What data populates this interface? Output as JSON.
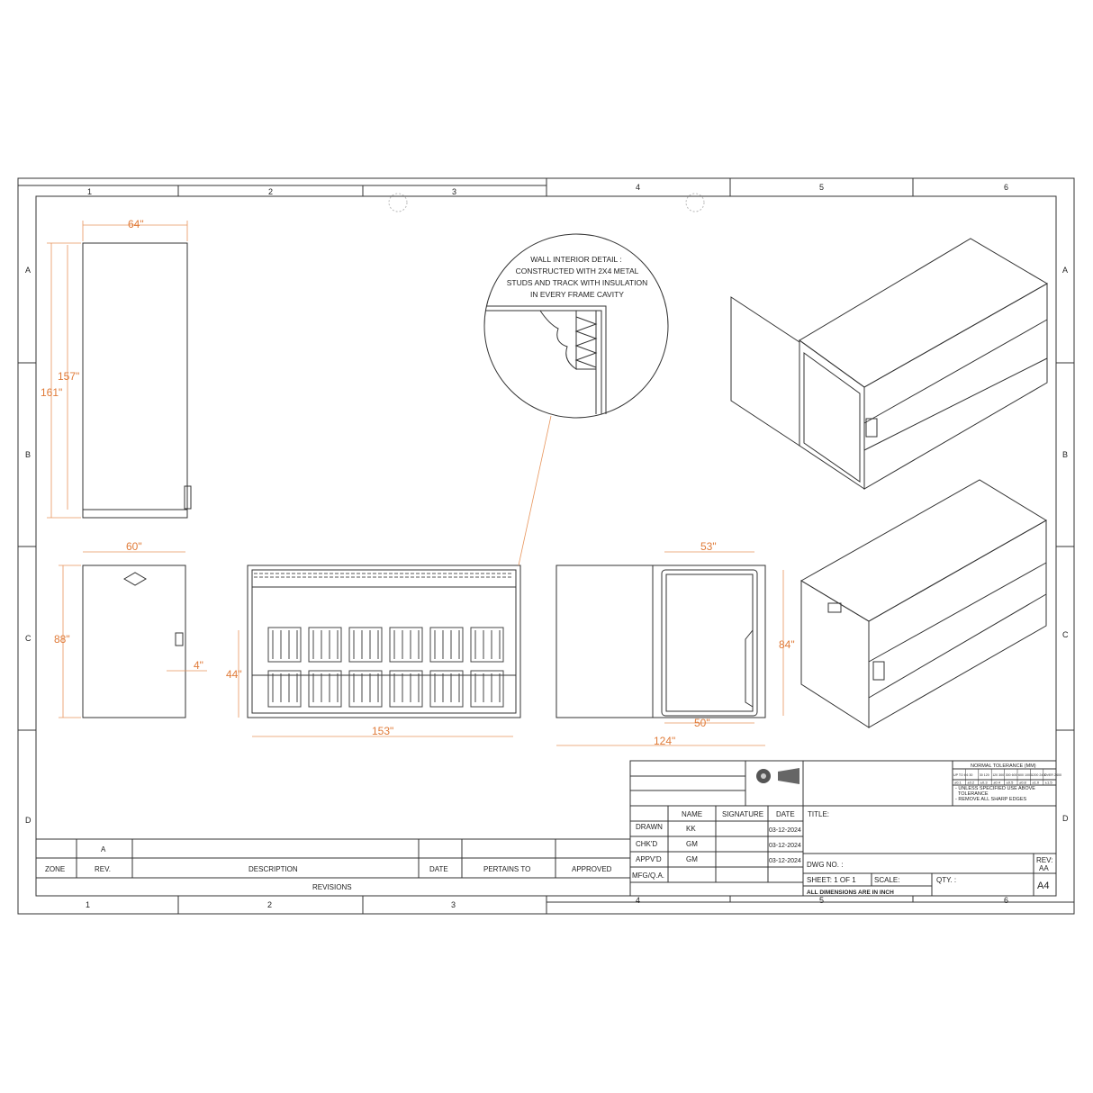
{
  "zones": {
    "columns": [
      "1",
      "2",
      "3",
      "4",
      "5",
      "6"
    ],
    "rows": [
      "A",
      "B",
      "C",
      "D"
    ]
  },
  "dimensions": {
    "side_width": "64\"",
    "side_height_inner": "157\"",
    "side_height_outer": "161\"",
    "front_width": "60\"",
    "front_height": "88\"",
    "front_offset": "4\"",
    "long_height": "44\"",
    "long_length": "153\"",
    "door_width_top": "53\"",
    "door_height": "84\"",
    "door_width_bottom": "50\"",
    "overall_width": "124\""
  },
  "detail_callout": {
    "lines": [
      "WALL INTERIOR DETAIL :",
      "CONSTRUCTED WITH 2X4 METAL",
      "STUDS AND TRACK WITH INSULATION",
      "IN EVERY FRAME CAVITY"
    ]
  },
  "tolerance": {
    "title": "NORMAL TOLERANCE (MM)",
    "ranges": [
      "UP TO 6",
      "6 30",
      "30 120",
      "120 300",
      "300 600",
      "600 1000",
      "1200 2400",
      "OVER 2400"
    ],
    "values": [
      "±0.1",
      "±0.2",
      "±0.3",
      "±0.4",
      "±0.5",
      "±0.8",
      "±1.0",
      "±1.5"
    ],
    "notes": [
      "- UNLESS SPECIFIED USE ABOVE",
      "TOLERANCE",
      "- REMOVE ALL SHARP EDGES"
    ]
  },
  "title_block": {
    "headers": {
      "name": "NAME",
      "signature": "SIGNATURE",
      "date": "DATE"
    },
    "rows": [
      {
        "role": "DRAWN",
        "name": "KK",
        "date": "03-12-2024"
      },
      {
        "role": "CHK'D",
        "name": "GM",
        "date": "03-12-2024"
      },
      {
        "role": "APPV'D",
        "name": "GM",
        "date": "03-12-2024"
      },
      {
        "role": "MFG/Q.A.",
        "name": "",
        "date": ""
      }
    ],
    "title_label": "TITLE:",
    "dwg_no_label": "DWG NO. :",
    "rev_label": "REV:",
    "rev_value": "AA",
    "sheet": "SHEET: 1 OF 1",
    "scale_label": "SCALE:",
    "qty_label": "QTY. :",
    "size": "A4",
    "units_note": "ALL DIMENSIONS ARE IN INCH"
  },
  "revisions": {
    "rev_value": "A",
    "headers": [
      "ZONE",
      "REV.",
      "DESCRIPTION",
      "DATE",
      "PERTAINS TO",
      "APPROVED"
    ],
    "caption": "REVISIONS"
  },
  "colors": {
    "dimension": "#e07b39",
    "line": "#333333"
  }
}
